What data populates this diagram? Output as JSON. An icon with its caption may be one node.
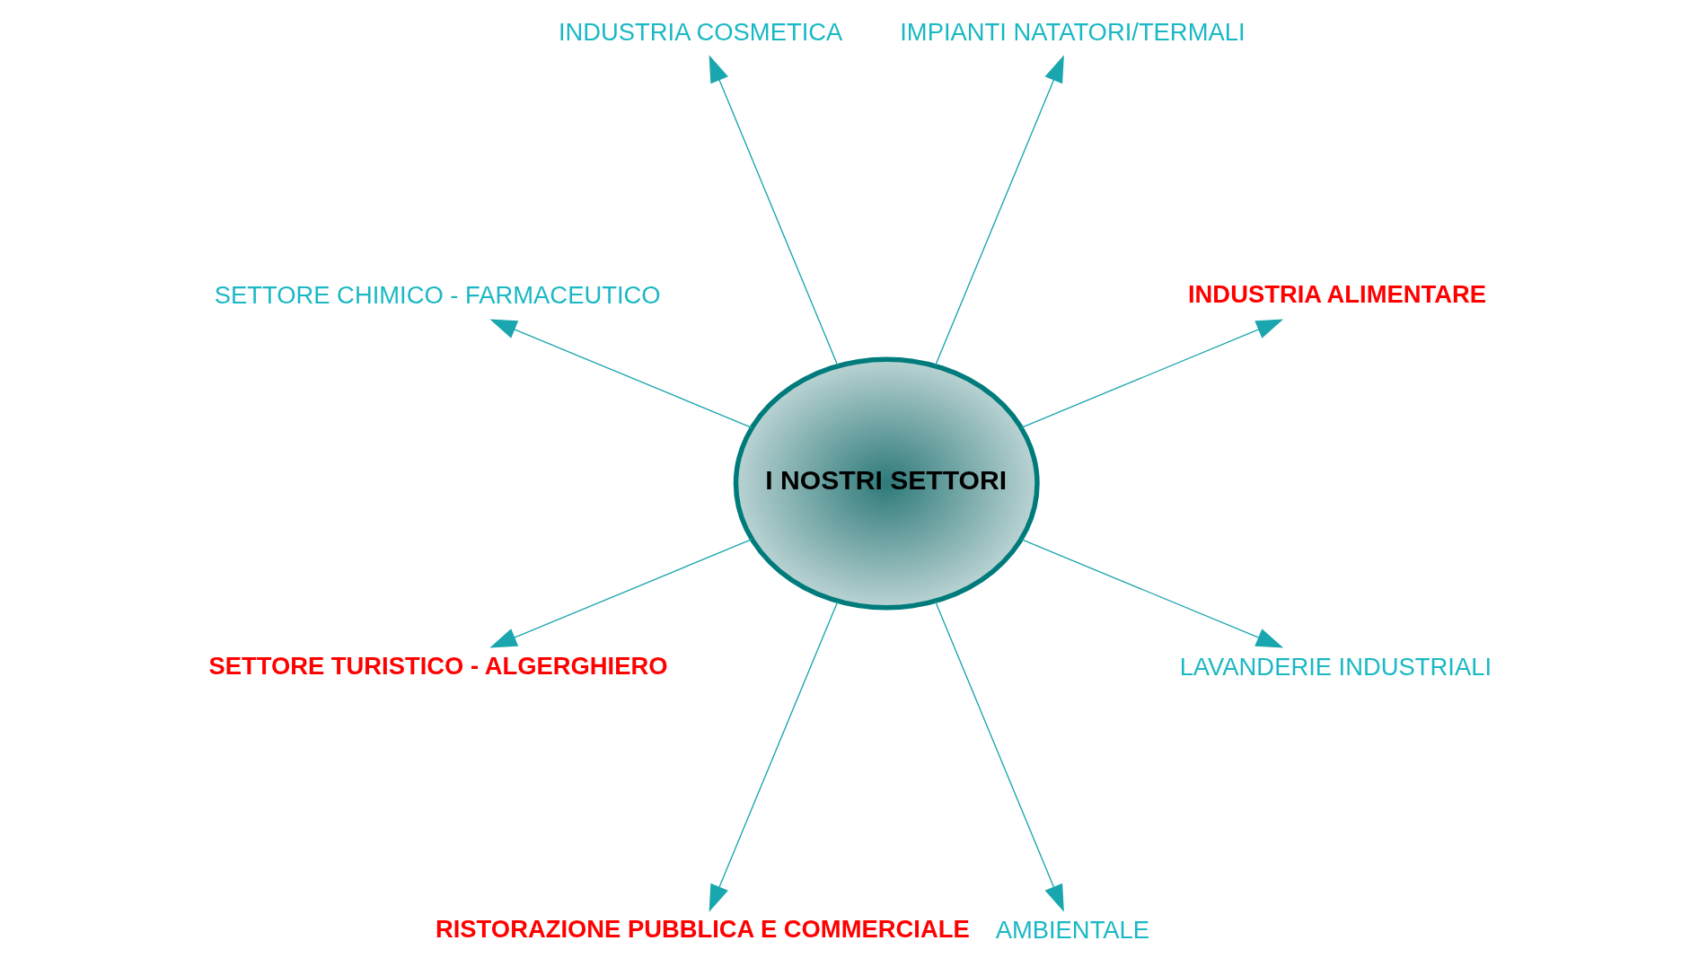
{
  "diagram": {
    "nodes": [
      {
        "text": [
          "I NOSTRI SETTORI"
        ]
      },
      {
        "text": [
          "INDUSTRIA ALIMENTARE"
        ]
      },
      {
        "text": [
          "IMPIANTI NATATORI/TERMALI"
        ]
      },
      {
        "text": [
          "INDUSTRIA COSMETICA"
        ]
      },
      {
        "text": [
          "SETTORE CHIMICO - FARMACEUTICO"
        ]
      },
      {
        "text": [
          "SETTORE TURISTICO - ALGERGHIERO"
        ]
      },
      {
        "text": [
          "RISTORAZIONE PUBBLICA E COMMERCIALE"
        ]
      },
      {
        "text": [
          "AMBIENTALE"
        ]
      },
      {
        "text": [
          "LAVANDERIE INDUSTRIALI"
        ]
      }
    ],
    "edges": [
      {
        "from": 0,
        "to": 1,
        "arrow": "to"
      },
      {
        "from": 0,
        "to": 2,
        "arrow": "to"
      },
      {
        "from": 0,
        "to": 3,
        "arrow": "to"
      },
      {
        "from": 0,
        "to": 4,
        "arrow": "to"
      },
      {
        "from": 0,
        "to": 5,
        "arrow": "to"
      },
      {
        "from": 0,
        "to": 6,
        "arrow": "to"
      },
      {
        "from": 0,
        "to": 7,
        "arrow": "to"
      },
      {
        "from": 0,
        "to": 8,
        "arrow": "to"
      }
    ]
  }
}
